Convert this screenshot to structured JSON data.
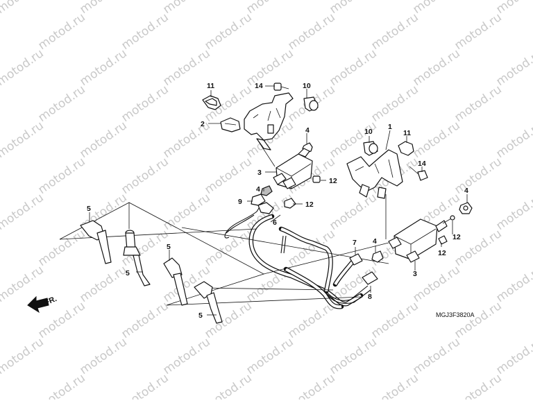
{
  "watermark": {
    "text": "motod.ru"
  },
  "diagram_code": "MGJ3F3820A",
  "front_indicator": "FR.",
  "callouts": {
    "c1": "1",
    "c2": "2",
    "c3a": "3",
    "c3b": "3",
    "c4a": "4",
    "c4b": "4",
    "c4c": "4",
    "c4d": "4",
    "c5a": "5",
    "c5b": "5",
    "c5c": "5",
    "c5d": "5",
    "c6": "6",
    "c7": "7",
    "c8": "8",
    "c9": "9",
    "c10a": "10",
    "c10b": "10",
    "c11a": "11",
    "c11b": "11",
    "c12a": "12",
    "c12b": "12",
    "c12c": "12",
    "c12d": "12",
    "c14a": "14",
    "c14b": "14"
  },
  "colors": {
    "line": "#111111",
    "watermark": "#c9c9c9",
    "background": "#ffffff"
  }
}
